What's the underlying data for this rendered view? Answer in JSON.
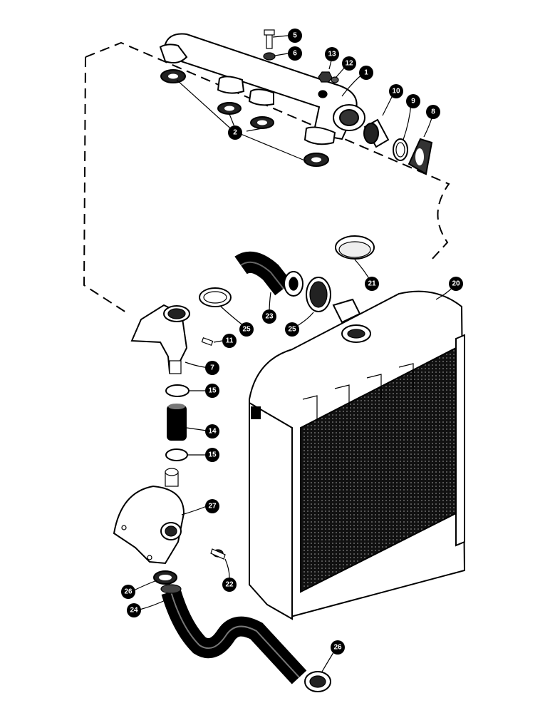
{
  "callouts": {
    "c1": "1",
    "c2": "2",
    "c5": "5",
    "c6": "6",
    "c7": "7",
    "c8": "8",
    "c9": "9",
    "c10": "10",
    "c11": "11",
    "c12": "12",
    "c13": "13",
    "c14": "14",
    "c15a": "15",
    "c15b": "15",
    "c20": "20",
    "c21": "21",
    "c22": "22",
    "c23": "23",
    "c24": "24",
    "c25a": "25",
    "c25b": "25",
    "c26a": "26",
    "c26b": "26",
    "c27": "27"
  }
}
